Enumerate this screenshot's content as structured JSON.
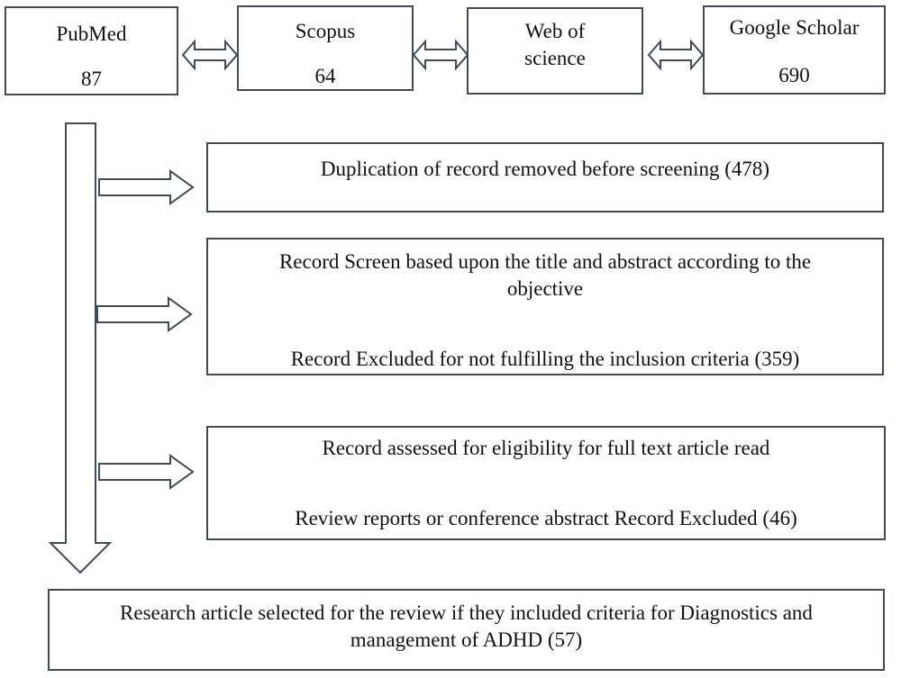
{
  "sources": [
    {
      "name": "PubMed",
      "count": "87"
    },
    {
      "name": "Scopus",
      "count": "64"
    },
    {
      "name": "Web of science",
      "count": ""
    },
    {
      "name": "Google Scholar",
      "count": "690"
    }
  ],
  "steps": {
    "duplicates": "Duplication of record removed before screening (478)",
    "screen_line1": "Record Screen based upon the title and abstract according to the",
    "screen_line2": "objective",
    "screen_excluded": "Record Excluded for not fulfilling the inclusion criteria (359)",
    "eligibility": "Record assessed for eligibility for full text article read",
    "eligibility_excluded": "Review reports or conference abstract Record Excluded (46)",
    "final_line1": "Research article selected for the review if they included criteria for Diagnostics and",
    "final_line2": "management of ADHD (57)"
  }
}
